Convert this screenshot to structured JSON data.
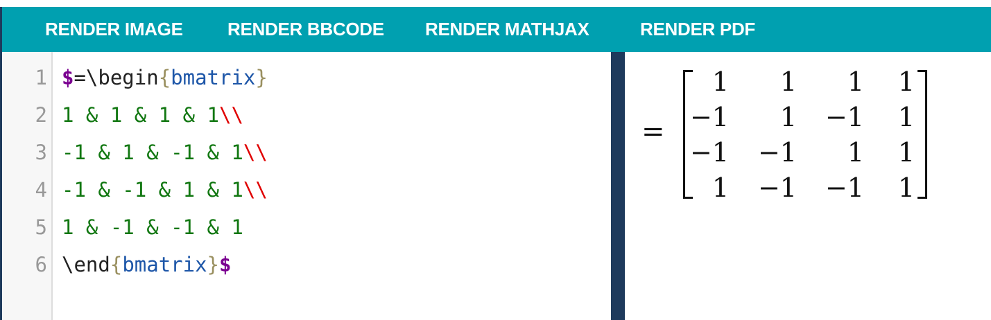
{
  "toolbar": {
    "buttons": [
      "RENDER IMAGE",
      "RENDER BBCODE",
      "RENDER MATHJAX",
      "RENDER PDF"
    ]
  },
  "editor": {
    "line_numbers": [
      "1",
      "2",
      "3",
      "4",
      "5",
      "6"
    ],
    "lines": [
      [
        {
          "t": "$",
          "c": "dollar"
        },
        {
          "t": "=\\begin",
          "c": "plain"
        },
        {
          "t": "{",
          "c": "brace"
        },
        {
          "t": "bmatrix",
          "c": "env"
        },
        {
          "t": "}",
          "c": "brace"
        }
      ],
      [
        {
          "t": "1 & 1 & 1 & 1",
          "c": "num"
        },
        {
          "t": "\\\\",
          "c": "br"
        }
      ],
      [
        {
          "t": "-1 & 1 & -1 & 1",
          "c": "num"
        },
        {
          "t": "\\\\",
          "c": "br"
        }
      ],
      [
        {
          "t": "-1 & -1 & 1 & 1",
          "c": "num"
        },
        {
          "t": "\\\\",
          "c": "br"
        }
      ],
      [
        {
          "t": "1 & -1 & -1 & 1",
          "c": "num"
        }
      ],
      [
        {
          "t": "\\end",
          "c": "plain"
        },
        {
          "t": "{",
          "c": "brace"
        },
        {
          "t": "bmatrix",
          "c": "env"
        },
        {
          "t": "}",
          "c": "brace"
        },
        {
          "t": "$",
          "c": "dollar"
        }
      ]
    ]
  },
  "preview": {
    "equals": "=",
    "matrix": [
      [
        "1",
        "1",
        "1",
        "1"
      ],
      [
        "−1",
        "1",
        "−1",
        "1"
      ],
      [
        "−1",
        "−1",
        "1",
        "1"
      ],
      [
        "1",
        "−1",
        "−1",
        "1"
      ]
    ]
  },
  "colors": {
    "toolbar": "#00a0b0",
    "divider": "#1e3a5c",
    "dollar": "#7a0090",
    "env": "#1d56a8",
    "number": "#117711",
    "linebreak": "#e00000"
  }
}
